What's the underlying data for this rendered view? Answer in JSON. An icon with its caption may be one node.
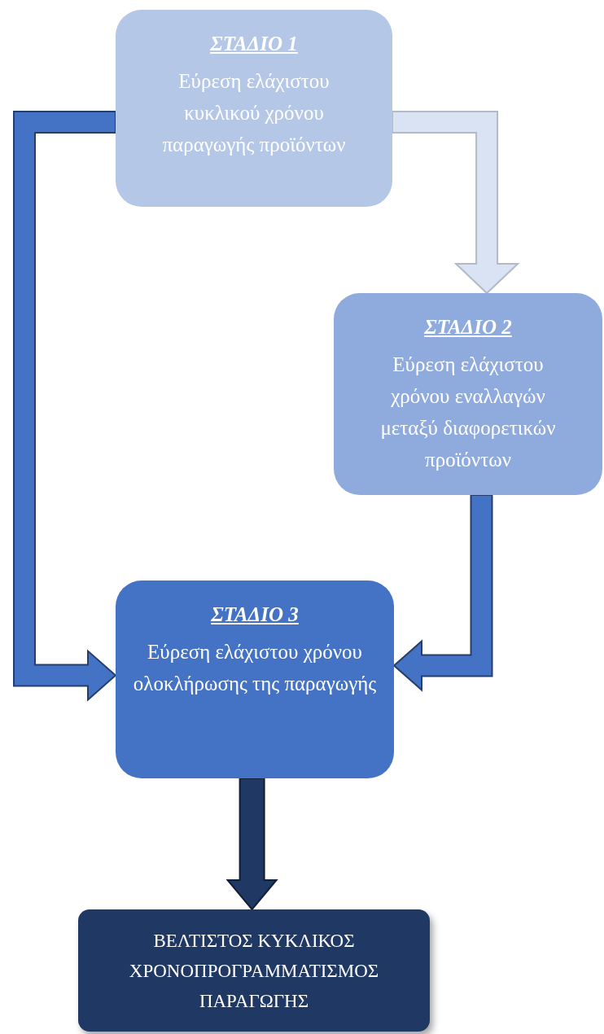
{
  "diagram": {
    "nodes": [
      {
        "text": [
          "ΣΤΑΔΙΟ 1",
          "Εύρεση ελάχιστου κυκλικού χρόνου παραγωγής προϊόντων"
        ]
      },
      {
        "text": [
          "ΣΤΑΔΙΟ 2",
          "Εύρεση ελάχιστου χρόνου εναλλαγών μεταξύ διαφορετικών προϊόντων"
        ]
      },
      {
        "text": [
          "ΣΤΑΔΙΟ 3",
          "Εύρεση ελάχιστου χρόνου ολοκλήρωσης της παραγωγής"
        ]
      },
      {
        "text": [
          "ΒΕΛΤΙΣΤΟΣ ΚΥΚΛΙΚΟΣ ΧΡΟΝΟΠΡΟΓΡΑΜΜΑΤΙΣΜΟΣ ΠΑΡΑΓΩΓΗΣ"
        ]
      }
    ],
    "edges": [
      {
        "from": 0,
        "to": 1,
        "arrow": "to",
        "color": "#dae3f3"
      },
      {
        "from": 0,
        "to": 2,
        "arrow": "to"
      },
      {
        "from": 1,
        "to": 2,
        "arrow": "to"
      },
      {
        "from": 2,
        "to": 3,
        "arrow": "to",
        "color": "#203864"
      }
    ]
  }
}
